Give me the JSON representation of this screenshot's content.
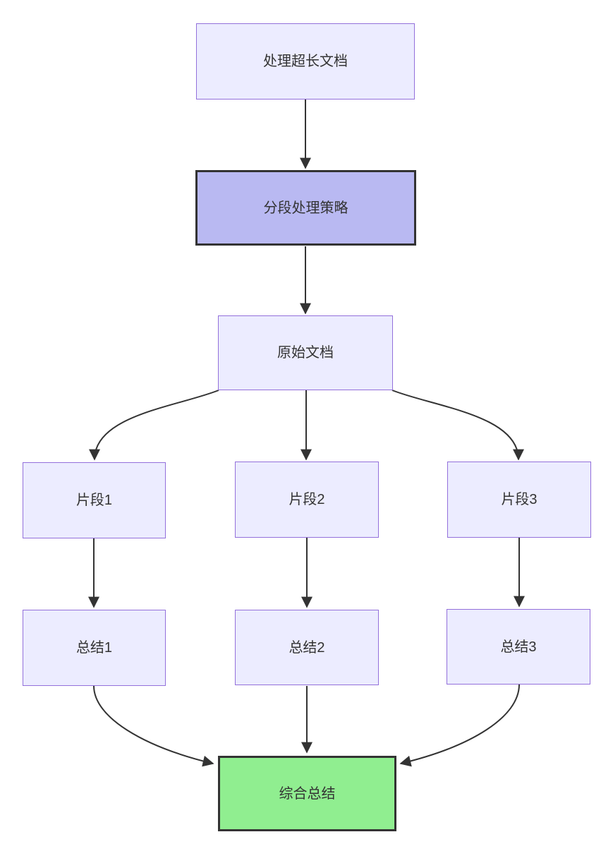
{
  "diagram": {
    "type": "flowchart-top-down",
    "background": "#ffffff",
    "colors": {
      "default_node_fill": "#ECECFF",
      "default_node_border": "#9370DB",
      "strategy_node_fill": "#b9b9f2",
      "strategy_node_border": "#333333",
      "final_node_fill": "#90EE90",
      "final_node_border": "#333333",
      "edge_color": "#333333",
      "text_color": "#333333"
    },
    "nodes": [
      {
        "id": "doc",
        "label": "处理超长文档",
        "style": "default"
      },
      {
        "id": "strategy",
        "label": "分段处理策略",
        "style": "strategy"
      },
      {
        "id": "original",
        "label": "原始文档",
        "style": "default"
      },
      {
        "id": "seg1",
        "label": "片段1",
        "style": "default"
      },
      {
        "id": "seg2",
        "label": "片段2",
        "style": "default"
      },
      {
        "id": "seg3",
        "label": "片段3",
        "style": "default"
      },
      {
        "id": "sum1",
        "label": "总结1",
        "style": "default"
      },
      {
        "id": "sum2",
        "label": "总结2",
        "style": "default"
      },
      {
        "id": "sum3",
        "label": "总结3",
        "style": "default"
      },
      {
        "id": "final",
        "label": "综合总结",
        "style": "final"
      }
    ],
    "edges": [
      {
        "from": "doc",
        "to": "strategy"
      },
      {
        "from": "strategy",
        "to": "original"
      },
      {
        "from": "original",
        "to": "seg1"
      },
      {
        "from": "original",
        "to": "seg2"
      },
      {
        "from": "original",
        "to": "seg3"
      },
      {
        "from": "seg1",
        "to": "sum1"
      },
      {
        "from": "seg2",
        "to": "sum2"
      },
      {
        "from": "seg3",
        "to": "sum3"
      },
      {
        "from": "sum1",
        "to": "final"
      },
      {
        "from": "sum2",
        "to": "final"
      },
      {
        "from": "sum3",
        "to": "final"
      }
    ]
  }
}
